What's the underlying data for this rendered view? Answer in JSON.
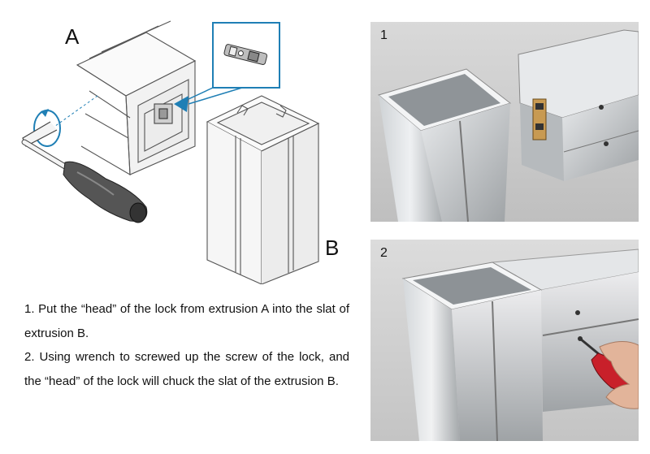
{
  "diagram": {
    "label_a": "A",
    "label_b": "B"
  },
  "instructions": {
    "step1": "1. Put the “head” of the lock from extrusion A into the slat of extrusion B.",
    "step2": "2. Using wrench to screwed up the screw of the lock, and the “head” of the lock will chuck the slat of the extrusion B."
  },
  "photos": [
    {
      "number": "1"
    },
    {
      "number": "2"
    }
  ],
  "colors": {
    "accent_blue": "#1f7fb5",
    "wrench_handle": "#555555",
    "screwdriver_red": "#c8202a"
  }
}
